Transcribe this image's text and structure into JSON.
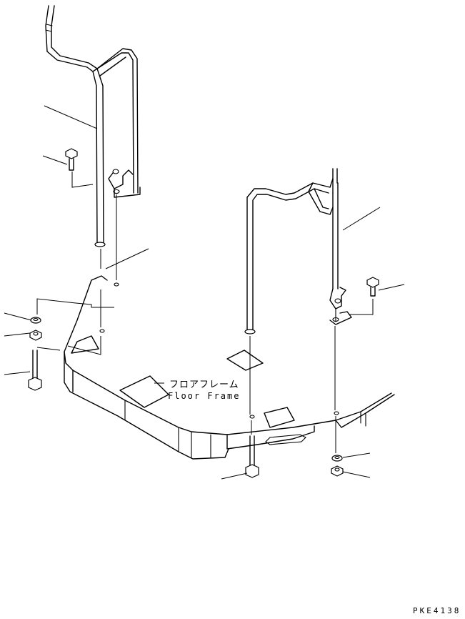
{
  "labels": {
    "floor_frame_jp": "フロアフレーム",
    "floor_frame_en": "Floor Frame",
    "drawing_code": "PKE4138"
  },
  "colors": {
    "ink": "#000000",
    "paper": "#ffffff"
  }
}
